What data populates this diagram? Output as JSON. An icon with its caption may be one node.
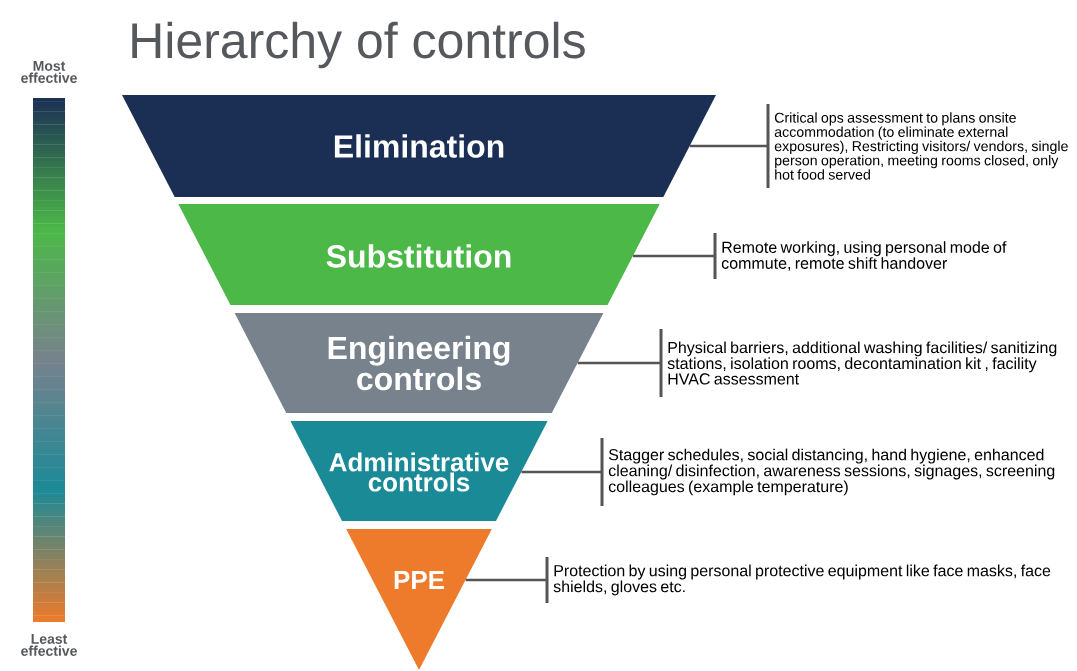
{
  "diagram": {
    "title": "Hierarchy of controls",
    "nodes": [
      {
        "text": [
          "Elimination"
        ]
      },
      {
        "text": [
          "Substitution"
        ]
      },
      {
        "text": [
          "Engineering controls"
        ]
      },
      {
        "text": [
          "Administrative controls"
        ]
      },
      {
        "text": [
          "PPE"
        ]
      },
      {
        "text": [
          "Critical ops assessment to plans onsite accommodation (to eliminate external exposures), Restricting visitors/ vendors, single person operation, meeting rooms closed, only hot food served"
        ]
      },
      {
        "text": [
          "Remote working, using personal mode of commute, remote shift handover"
        ]
      },
      {
        "text": [
          "Physical barriers, additional washing facilities/ sanitizing stations, isolation rooms, decontamination kit , facility HVAC assessment"
        ]
      },
      {
        "text": [
          "Stagger schedules, social distancing, hand hygiene, enhanced cleaning/ disinfection, awareness sessions, signages, screening colleagues (example temperature)"
        ]
      },
      {
        "text": [
          "Protection by using personal protective equipment like face masks, face shields, gloves etc."
        ]
      }
    ],
    "edges": [
      {
        "from": 0,
        "to": 5,
        "arrow": "none"
      },
      {
        "from": 1,
        "to": 6,
        "arrow": "none"
      },
      {
        "from": 2,
        "to": 7,
        "arrow": "none"
      },
      {
        "from": 3,
        "to": 8,
        "arrow": "none"
      },
      {
        "from": 4,
        "to": 9,
        "arrow": "none"
      }
    ],
    "labels": [
      "Most effective",
      "Least effective"
    ]
  }
}
